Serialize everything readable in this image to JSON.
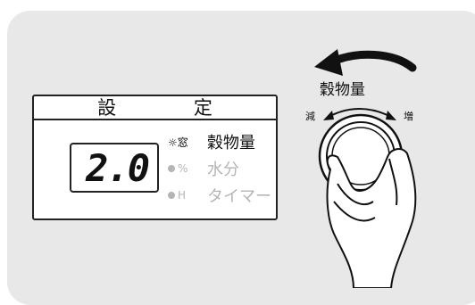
{
  "display": {
    "title": "設 定",
    "value": "2.0",
    "modes": [
      {
        "indicator": "☼窓",
        "label": "穀物量",
        "active": true
      },
      {
        "indicator": "%",
        "label": "水分",
        "active": false
      },
      {
        "indicator": "H",
        "label": "タイマー",
        "active": false
      }
    ]
  },
  "knob": {
    "label": "穀物量",
    "minus_label": "減",
    "plus_label": "増"
  },
  "colors": {
    "panel": "#e8e8e8",
    "inactive": "#b5b5b5",
    "line": "#222222"
  }
}
